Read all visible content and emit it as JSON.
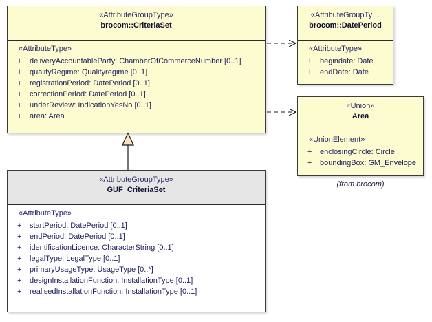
{
  "diagram": {
    "title": "UML class diagram: brocom::CriteriaSet / GUF_CriteriaSet",
    "colors": {
      "class_fill": "#fdfbd0",
      "class_border": "#3a3a3a",
      "focus_header_fill": "#e6e6e6",
      "focus_body_fill": "#ffffff",
      "text": "#1f1f5c",
      "triangle_fill": "#fae3c0"
    },
    "classes": [
      {
        "id": "criteriaset",
        "stereotype": "«AttributeGroupType»",
        "name": "brocom::CriteriaSet",
        "compartment_stereotype": "«AttributeType»",
        "attributes": [
          {
            "visibility": "+",
            "text": "deliveryAccountableParty: ChamberOfCommerceNumber [0..1]"
          },
          {
            "visibility": "+",
            "text": "qualityRegime: Qualityregime [0..1]"
          },
          {
            "visibility": "+",
            "text": "registrationPeriod: DatePeriod [0..1]"
          },
          {
            "visibility": "+",
            "text": "correctionPeriod: DatePeriod [0..1]"
          },
          {
            "visibility": "+",
            "text": "underReview: IndicationYesNo [0..1]"
          },
          {
            "visibility": "+",
            "text": "area: Area"
          }
        ]
      },
      {
        "id": "dateperiod",
        "stereotype": "«AttributeGroupTy…",
        "name": "brocom::DatePeriod",
        "compartment_stereotype": "«AttributeType»",
        "attributes": [
          {
            "visibility": "+",
            "text": "begindate: Date"
          },
          {
            "visibility": "+",
            "text": "endDate: Date"
          }
        ]
      },
      {
        "id": "area",
        "stereotype": "«Union»",
        "name": "Area",
        "compartment_stereotype": "«UnionElement»",
        "attributes": [
          {
            "visibility": "+",
            "text": "enclosingCircle: Circle"
          },
          {
            "visibility": "+",
            "text": "boundingBox: GM_Envelope"
          }
        ]
      },
      {
        "id": "gufcriteriaset",
        "stereotype": "«AttributeGroupType»",
        "name": "GUF_CriteriaSet",
        "compartment_stereotype": "«AttributeType»",
        "attributes": [
          {
            "visibility": "+",
            "text": "startPeriod: DatePeriod [0..1]"
          },
          {
            "visibility": "+",
            "text": "endPeriod: DatePeriod [0..1]"
          },
          {
            "visibility": "+",
            "text": "identificationLicence: CharacterString [0..1]"
          },
          {
            "visibility": "+",
            "text": "legalType: LegalType [0..1]"
          },
          {
            "visibility": "+",
            "text": "primaryUsageType: UsageType [0..*]"
          },
          {
            "visibility": "+",
            "text": "designInstallationFunction: InstallationType [0..1]"
          },
          {
            "visibility": "+",
            "text": "realisedInstallationFunction: InstallationType [0..1]"
          }
        ]
      }
    ],
    "notes": [
      {
        "id": "from-brocom",
        "text": "(from brocom)"
      }
    ],
    "relationships": [
      {
        "id": "dep-criteriaset-dateperiod",
        "type": "dependency",
        "style": "dashed-open-arrow",
        "from": "brocom::CriteriaSet",
        "to": "brocom::DatePeriod"
      },
      {
        "id": "dep-criteriaset-area",
        "type": "dependency",
        "style": "dashed-open-arrow",
        "from": "brocom::CriteriaSet",
        "to": "Area"
      },
      {
        "id": "gen-gufcriteriaset-criteriaset",
        "type": "generalization",
        "style": "solid-hollow-triangle",
        "from": "GUF_CriteriaSet",
        "to": "brocom::CriteriaSet"
      }
    ]
  }
}
